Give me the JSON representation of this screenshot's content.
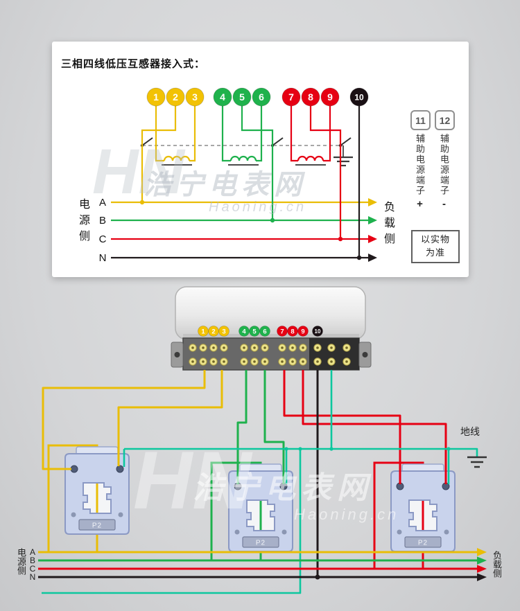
{
  "watermark": {
    "monogram": "HN",
    "brand": "浩宁电表网",
    "site": "Haoning.cn"
  },
  "colors": {
    "yellow": "#e9bd06",
    "green": "#1eb14d",
    "red": "#e60013",
    "black": "#201a1c",
    "teal": "#0cc79e"
  },
  "schematic": {
    "title": "三相四线低压互感器接入式：",
    "terminals": [
      {
        "num": "1",
        "color": "#f2c204"
      },
      {
        "num": "2",
        "color": "#f2c204"
      },
      {
        "num": "3",
        "color": "#f2c204"
      },
      {
        "num": "4",
        "color": "#1fb24c"
      },
      {
        "num": "5",
        "color": "#1fb24c"
      },
      {
        "num": "6",
        "color": "#1fb24c"
      },
      {
        "num": "7",
        "color": "#e60013"
      },
      {
        "num": "8",
        "color": "#e60013"
      },
      {
        "num": "9",
        "color": "#e60013"
      },
      {
        "num": "10",
        "color": "#1a1014"
      }
    ],
    "source_side": "电源侧",
    "load_side": "负载侧",
    "phases": [
      "A",
      "B",
      "C",
      "N"
    ],
    "aux": {
      "t11": "11",
      "t12": "12",
      "label": "辅助电源端子",
      "plus": "+",
      "minus": "-"
    },
    "note_line1": "以实物",
    "note_line2": "为准"
  },
  "meter": {
    "terminals": [
      "1",
      "2",
      "3",
      "4",
      "5",
      "6",
      "7",
      "8",
      "9",
      "10"
    ]
  },
  "field": {
    "source_side": "电源侧",
    "load_side": "负载侧",
    "phases": [
      "A",
      "B",
      "C",
      "N"
    ],
    "ground": "地线",
    "ct_plate": "P2"
  }
}
